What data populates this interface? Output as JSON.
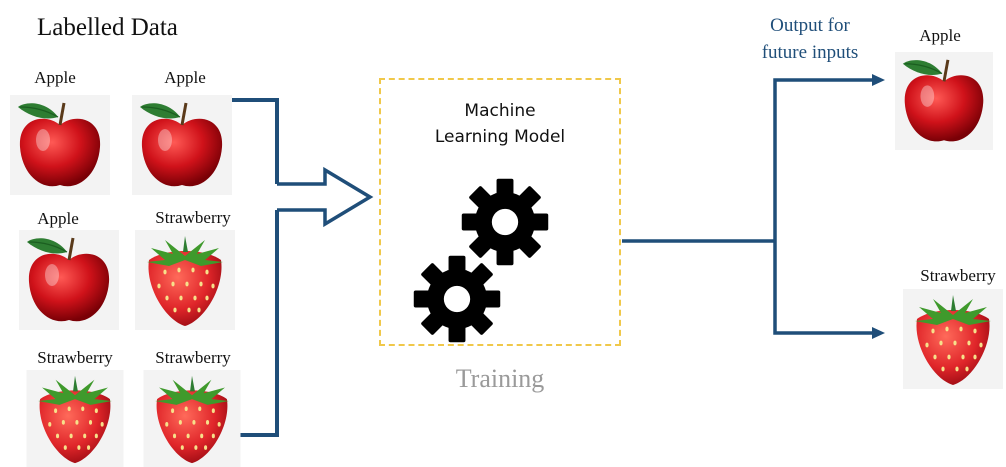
{
  "title": "Labelled Data",
  "inputs": [
    {
      "label": "Apple",
      "kind": "apple"
    },
    {
      "label": "Apple",
      "kind": "apple"
    },
    {
      "label": "Apple",
      "kind": "apple"
    },
    {
      "label": "Strawberry",
      "kind": "strawberry"
    },
    {
      "label": "Strawberry",
      "kind": "strawberry"
    },
    {
      "label": "Strawberry",
      "kind": "strawberry"
    }
  ],
  "model": {
    "line1": "Machine",
    "line2": "Learning Model",
    "icon": "gears-icon"
  },
  "training_label": "Training",
  "output": {
    "line1": "Output for",
    "line2": "future inputs"
  },
  "outputs": [
    {
      "label": "Apple",
      "kind": "apple"
    },
    {
      "label": "Strawberry",
      "kind": "strawberry"
    }
  ],
  "colors": {
    "arrow": "#1f4e79",
    "box_border": "#f0c84a",
    "training_text": "#9a9a9a",
    "apple": "#c8141c",
    "strawberry": "#d92a2a",
    "leaf": "#2e7d32"
  }
}
